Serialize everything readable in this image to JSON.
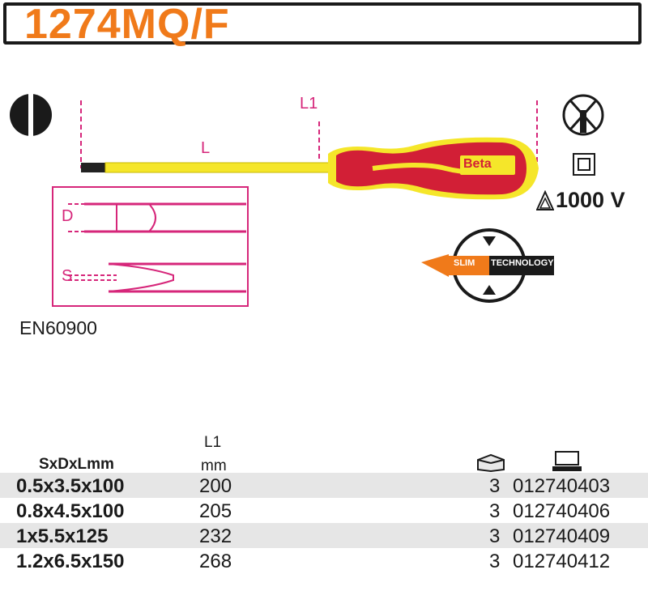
{
  "title": "1274MQ/F",
  "standard": "EN60900",
  "voltage": "1000 V",
  "brand": "Beta",
  "slim_tech": {
    "left": "SLIM",
    "right": "TECHNOLOGY"
  },
  "dims": {
    "L": "L",
    "L1": "L1",
    "D": "D",
    "S": "S"
  },
  "icons": [
    "slotted-tip-icon",
    "insulated-tool-symbol-icon",
    "double-insulation-icon",
    "voltage-triangle-icon",
    "toolbox-icon",
    "computer-icon"
  ],
  "table": {
    "header": {
      "size": "SxDxLmm",
      "l1": "L1",
      "mm": "mm"
    },
    "rows": [
      {
        "size": "0.5x3.5x100",
        "l1": "200",
        "qty": "3",
        "code": "012740403"
      },
      {
        "size": "0.8x4.5x100",
        "l1": "205",
        "qty": "3",
        "code": "012740406"
      },
      {
        "size": "1x5.5x125",
        "l1": "232",
        "qty": "3",
        "code": "012740409"
      },
      {
        "size": "1.2x6.5x150",
        "l1": "268",
        "qty": "3",
        "code": "012740412"
      }
    ]
  },
  "colors": {
    "accent": "#f07a1a",
    "dimension": "#d6267a",
    "handle_red": "#d21f36",
    "shaft_yellow": "#f5e62a"
  }
}
